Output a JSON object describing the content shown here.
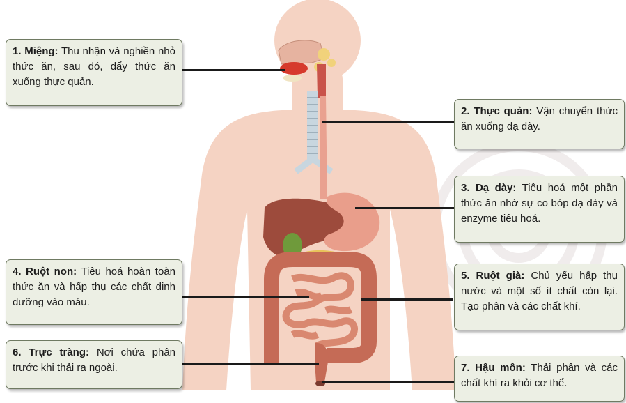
{
  "labels": [
    {
      "title": "1. Miệng:",
      "text": "Thu nhận và nghiền nhỏ thức ăn, sau đó, đẩy thức ăn xuống thực quản."
    },
    {
      "title": "2. Thực quản:",
      "text": "Vận chuyển thức ăn xuống dạ dày."
    },
    {
      "title": "3. Dạ dày:",
      "text": "Tiêu hoá một phần thức ăn nhờ sự co bóp dạ dày và enzyme tiêu hoá."
    },
    {
      "title": "4. Ruột non:",
      "text": "Tiêu hoá hoàn toàn thức ăn và hấp thụ các chất dinh dưỡng vào máu."
    },
    {
      "title": "5. Ruột già:",
      "text": "Chủ yếu hấp thụ nước và một số ít chất còn lại. Tạo phân và các chất khí."
    },
    {
      "title": "6. Trực tràng:",
      "text": "Nơi chứa phân trước khi thải ra ngoài."
    },
    {
      "title": "7. Hậu môn:",
      "text": "Thải phân và các chất khí ra khỏi cơ thể."
    }
  ],
  "colors": {
    "body": "#f5d3c3",
    "organ": "#c56b56",
    "liver": "#9d4b3c",
    "gallbladder": "#6f9a3b",
    "box_fill": "#ecefe4",
    "box_border": "#6f7a62"
  }
}
